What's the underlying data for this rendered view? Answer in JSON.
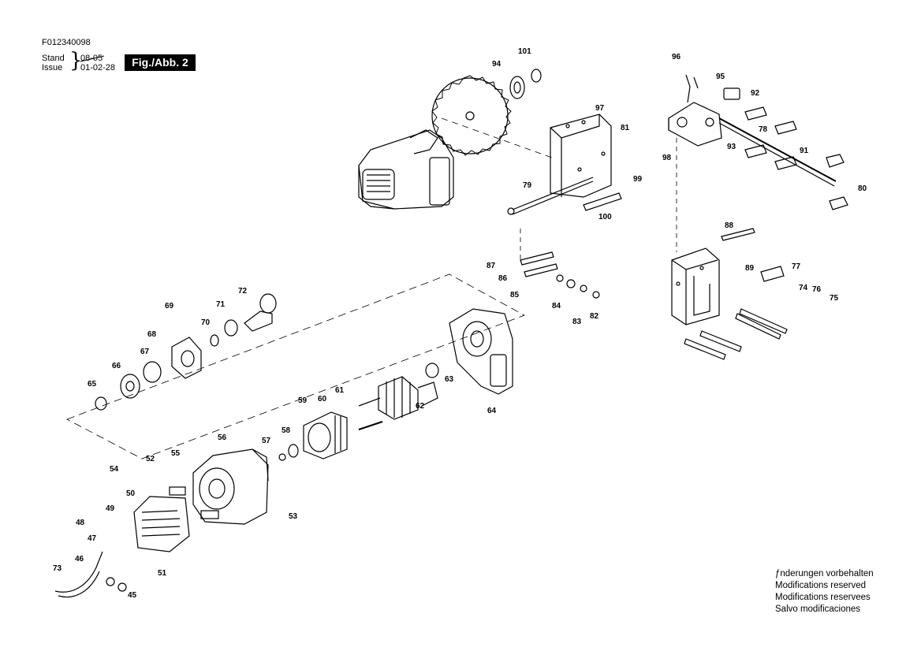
{
  "header": {
    "doc_code": "F012340098",
    "stand_label": "Stand",
    "issue_label": "Issue",
    "old_date": "08-05",
    "date": "01-02-28",
    "fig": "Fig./Abb. 2"
  },
  "notes": [
    "ƒnderungen vorbehalten",
    "Modifications reserved",
    "Modifications reservees",
    "Salvo modificaciones"
  ],
  "callouts": [
    "101",
    "94",
    "96",
    "95",
    "92",
    "97",
    "93",
    "81",
    "91",
    "98",
    "99",
    "78",
    "80",
    "79",
    "100",
    "88",
    "89",
    "77",
    "76",
    "74",
    "75",
    "87",
    "86",
    "85",
    "84",
    "83",
    "82",
    "72",
    "73",
    "71",
    "70",
    "69",
    "68",
    "67",
    "66",
    "65",
    "63",
    "64",
    "62",
    "61",
    "60",
    "59",
    "58",
    "57",
    "56",
    "55",
    "54",
    "53",
    "52",
    "51",
    "50",
    "49",
    "48",
    "47",
    "46",
    "45"
  ]
}
